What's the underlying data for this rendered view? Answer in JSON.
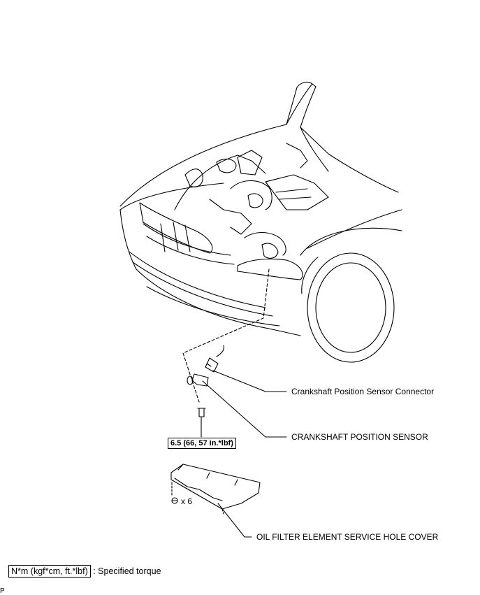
{
  "labels": {
    "connector": "Crankshaft Position Sensor Connector",
    "sensor": "CRANKSHAFT POSITION SENSOR",
    "cover": "OIL FILTER ELEMENT SERVICE HOLE COVER"
  },
  "torque": {
    "value": "6.5 (66, 57 in.*lbf)"
  },
  "bolt_count": "x 6",
  "legend": {
    "unit": "N*m (kgf*cm, ft.*lbf)",
    "description": ": Specified torque"
  },
  "corner_mark": "P"
}
